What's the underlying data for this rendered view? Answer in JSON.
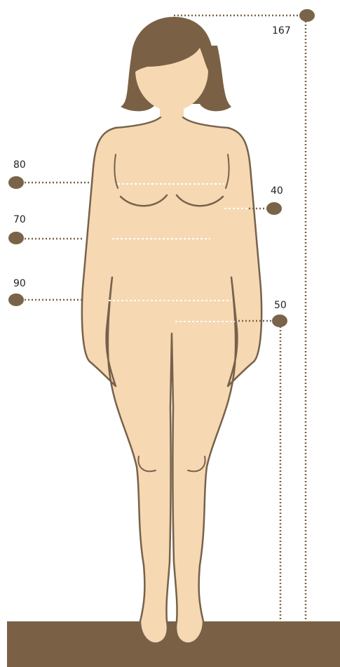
{
  "measurements": {
    "height": "167",
    "bust": "80",
    "waist": "70",
    "hips": "90",
    "sleeve": "40",
    "inseam": "50"
  },
  "colors": {
    "skin": "#f6d8b3",
    "outline": "#76624b",
    "hair": "#7a6145",
    "marker": "#7a6449",
    "floor": "#7a6145",
    "guide_white": "#ffffff"
  }
}
